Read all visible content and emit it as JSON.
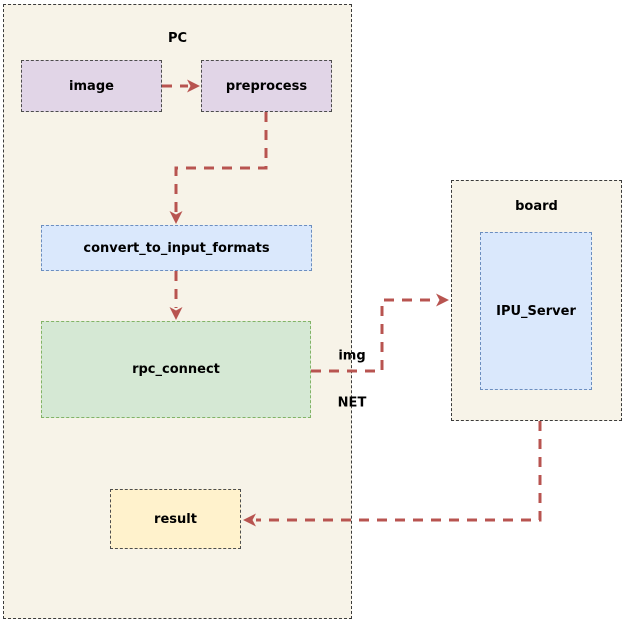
{
  "containers": {
    "pc": {
      "label": "PC"
    },
    "board": {
      "label": "board"
    }
  },
  "nodes": {
    "image": {
      "label": "image"
    },
    "preprocess": {
      "label": "preprocess"
    },
    "convert": {
      "label": "convert_to_input_formats"
    },
    "rpc": {
      "label": "rpc_connect"
    },
    "ipu": {
      "label": "IPU_Server"
    },
    "result": {
      "label": "result"
    }
  },
  "edge_labels": {
    "img": "img",
    "net": "NET"
  },
  "edges": [
    {
      "from": "image",
      "to": "preprocess"
    },
    {
      "from": "preprocess",
      "to": "convert_to_input_formats"
    },
    {
      "from": "convert_to_input_formats",
      "to": "rpc_connect"
    },
    {
      "from": "rpc_connect",
      "to": "IPU_Server",
      "label": "img NET"
    },
    {
      "from": "board",
      "to": "result"
    }
  ],
  "colors": {
    "arrow": "#b85450",
    "container_fill": "#f7f3e8",
    "purple_fill": "#e1d5e7",
    "blue_fill": "#dae8fc",
    "green_fill": "#d5e8d4",
    "yellow_fill": "#fff2cc",
    "blue_stroke": "#6c8ebf",
    "green_stroke": "#82b366",
    "gray_stroke": "#4d4d4d"
  }
}
